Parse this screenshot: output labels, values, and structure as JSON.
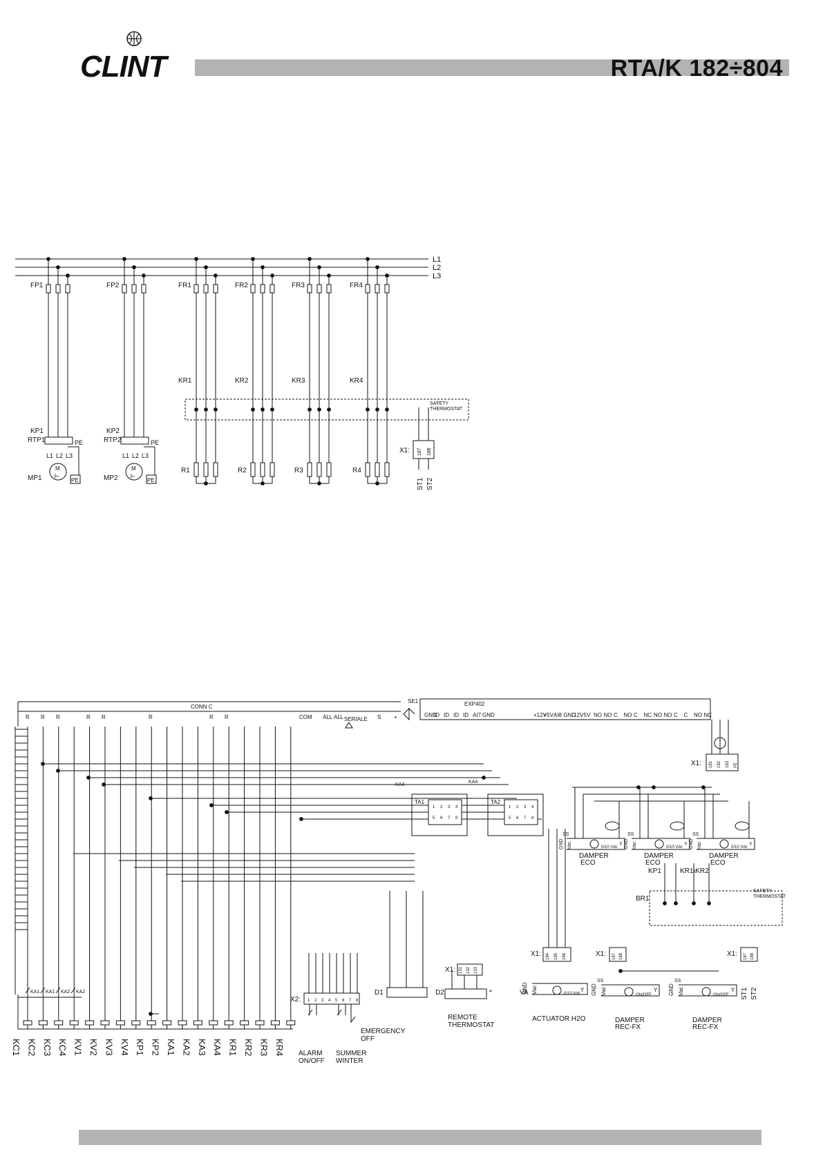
{
  "header": {
    "brand": "CLINT",
    "model": "RTA/K 182÷804"
  },
  "power": {
    "lines": [
      "L1",
      "L2",
      "L3"
    ],
    "pumps": [
      {
        "fuse": "FP1",
        "contactor": "KP1",
        "relay": "RTP1",
        "motor": "MP1"
      },
      {
        "fuse": "FP2",
        "contactor": "KP2",
        "relay": "RTP2",
        "motor": "MP2"
      }
    ],
    "phase_labels": [
      "L1",
      "L2",
      "L3"
    ],
    "motor_symbol": [
      "M",
      "3~"
    ],
    "pe": "PE",
    "heaters": [
      {
        "fuse": "FR1",
        "contactor": "KR1",
        "resistor": "R1"
      },
      {
        "fuse": "FR2",
        "contactor": "KR2",
        "resistor": "R2"
      },
      {
        "fuse": "FR3",
        "contactor": "KR3",
        "resistor": "R3"
      },
      {
        "fuse": "FR4",
        "contactor": "KR4",
        "resistor": "R4"
      }
    ],
    "safety_thermostat": [
      "SAFETY",
      "THERMOSTAT"
    ],
    "terminal": {
      "label": "X1:",
      "pins": [
        "187",
        "188"
      ],
      "outputs": [
        "ST1",
        "ST2"
      ]
    }
  },
  "control": {
    "conn_c": "CONN C",
    "conn_pins": [
      "R",
      "R",
      "R",
      "R",
      "R",
      "R",
      "R",
      "R",
      "COM",
      "ALL",
      "ALL"
    ],
    "seriale": "SERIALE",
    "serial_pins": [
      "S",
      "+"
    ],
    "se1": "SE1",
    "exp": "EXP402",
    "exp_pins": [
      "GND",
      "ID",
      "ID",
      "ID",
      "ID",
      "AI7",
      "GND",
      "+12V",
      "+5V",
      "AI8",
      "GND",
      "12V",
      "5V",
      "NO",
      "NO",
      "C",
      "NO",
      "C",
      "NC",
      "NO",
      "NO",
      "C",
      "C",
      "NO",
      "NC"
    ],
    "x1_top": {
      "label": "X1:",
      "pins": [
        "181",
        "182",
        "183",
        "PE"
      ]
    },
    "ss": "SS",
    "dampers_eco": [
      {
        "pins": [
          "GND",
          "Vac",
          "Y"
        ],
        "sub": "0/10 Vdc",
        "name": "DAMPER",
        "type": "ECO"
      },
      {
        "pins": [
          "GND",
          "Vac",
          "Y"
        ],
        "sub": "0/10 Vdc",
        "name": "DAMPER",
        "type": "ECO"
      },
      {
        "pins": [
          "GND",
          "Vac",
          "Y"
        ],
        "sub": "0/10 Vdc",
        "name": "DAMPER",
        "type": "ECO"
      }
    ],
    "ka3": "KA3",
    "ka4": "KA4",
    "ta1": {
      "name": "TA1",
      "pins_top": [
        "1",
        "2",
        "3",
        "4"
      ],
      "pins_bot": [
        "5",
        "6",
        "7",
        "8"
      ]
    },
    "ta2": {
      "name": "TA2",
      "pins_top": [
        "1",
        "2",
        "3",
        "4"
      ],
      "pins_bot": [
        "5",
        "6",
        "7",
        "8"
      ]
    },
    "kp1": "KP1",
    "kr1kr2": "KR1\\KR2",
    "br1": "BR1",
    "br_safety": [
      "SAFETY",
      "THERMOSTAT"
    ],
    "actuator": {
      "x1": "X1:",
      "pins": [
        "184",
        "185",
        "186"
      ],
      "va": "VA",
      "labels": [
        "GND",
        "Vac",
        "Y"
      ],
      "sub": "0/10 Vdc",
      "name": "ACTUATOR H2O"
    },
    "rec1": {
      "x1": "X1:",
      "pins": [
        "187",
        "188"
      ],
      "ss": "SS",
      "labels": [
        "GND",
        "Vac",
        "Y"
      ],
      "sub": "ON/OFF",
      "name": "DAMPER",
      "type": "REC-FX"
    },
    "rec2": {
      "x1": "X1:",
      "pins": [
        "187",
        "188"
      ],
      "ss": "SS",
      "labels": [
        "GND",
        "Vac",
        "Y"
      ],
      "sub": "ON/OFF",
      "name": "DAMPER",
      "type": "REC-FX",
      "outputs": [
        "ST1",
        "ST2"
      ]
    },
    "x1_mid": {
      "label": "X1:",
      "pins": [
        "131",
        "132",
        "133"
      ]
    },
    "d1": "D1",
    "d2": "D2",
    "remote": [
      "REMOTE",
      "THERMOSTAT"
    ],
    "star": "*",
    "x2": {
      "label": "X2:",
      "pins": [
        "1",
        "2",
        "3",
        "4",
        "5",
        "6",
        "7",
        "8"
      ]
    },
    "alarm": [
      "ALARM",
      "ON/OFF"
    ],
    "summer": [
      "SUMMER",
      "WINTER"
    ],
    "emergency": [
      "EMERGENCY",
      "OFF"
    ],
    "ka_contacts": [
      "KA1",
      "KA1",
      "KA2",
      "KA2"
    ],
    "relays": [
      "KC1",
      "KC2",
      "KC3",
      "KC4",
      "KV1",
      "KV2",
      "KV3",
      "KV4",
      "KP1",
      "KP2",
      "KA1",
      "KA2",
      "KA3",
      "KA4",
      "KR1",
      "KR2",
      "KR3",
      "KR4"
    ]
  }
}
